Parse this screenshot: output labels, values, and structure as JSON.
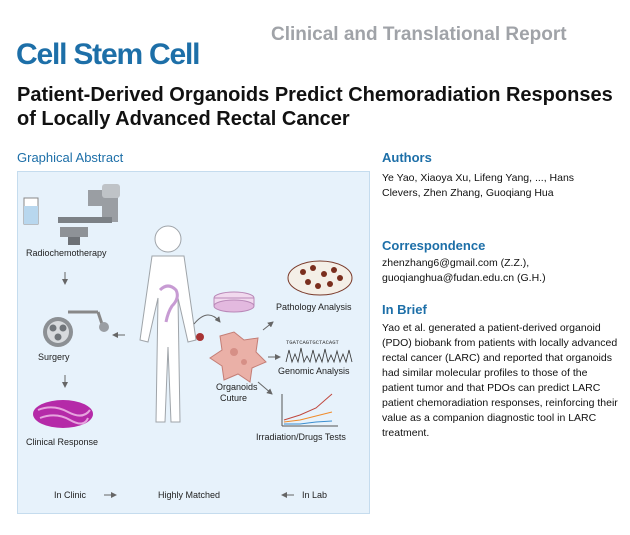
{
  "journal": "Cell Stem Cell",
  "report_type": "Clinical and Translational Report",
  "title": "Patient-Derived Organoids Predict Chemoradiation Responses of Locally Advanced Rectal Cancer",
  "graphical_abstract": {
    "heading": "Graphical Abstract",
    "labels": {
      "radiochemotherapy": "Radiochemotherapy",
      "surgery": "Surgery",
      "clinical_response": "Clinical Response",
      "pathology": "Pathology Analysis",
      "genomic": "Genomic Analysis",
      "irradiation": "Irradiation/Drugs Tests",
      "organoids_line1": "Organoids",
      "organoids_line2": "Cuture",
      "dna_sequence": "TGATCAGTGCTACAGT",
      "in_clinic": "In Clinic",
      "highly_matched": "Highly Matched",
      "in_lab": "In Lab"
    },
    "colors": {
      "panel": "#e7f2fb",
      "organoid": "#eab0a7",
      "tissue": "#b52aa8",
      "accent": "#1d6fa8"
    }
  },
  "authors": {
    "heading": "Authors",
    "text": "Ye Yao, Xiaoya Xu, Lifeng Yang, ..., Hans Clevers, Zhen Zhang, Guoqiang Hua"
  },
  "correspondence": {
    "heading": "Correspondence",
    "line1": "zhenzhang6@gmail.com (Z.Z.),",
    "line2": "guoqianghua@fudan.edu.cn (G.H.)"
  },
  "in_brief": {
    "heading": "In Brief",
    "text": "Yao et al. generated a patient-derived organoid (PDO) biobank from patients with locally advanced rectal cancer (LARC) and reported that organoids had similar molecular profiles to those of the patient tumor and that PDOs can predict LARC patient chemoradiation responses, reinforcing their value as a companion diagnostic tool in LARC treatment."
  }
}
